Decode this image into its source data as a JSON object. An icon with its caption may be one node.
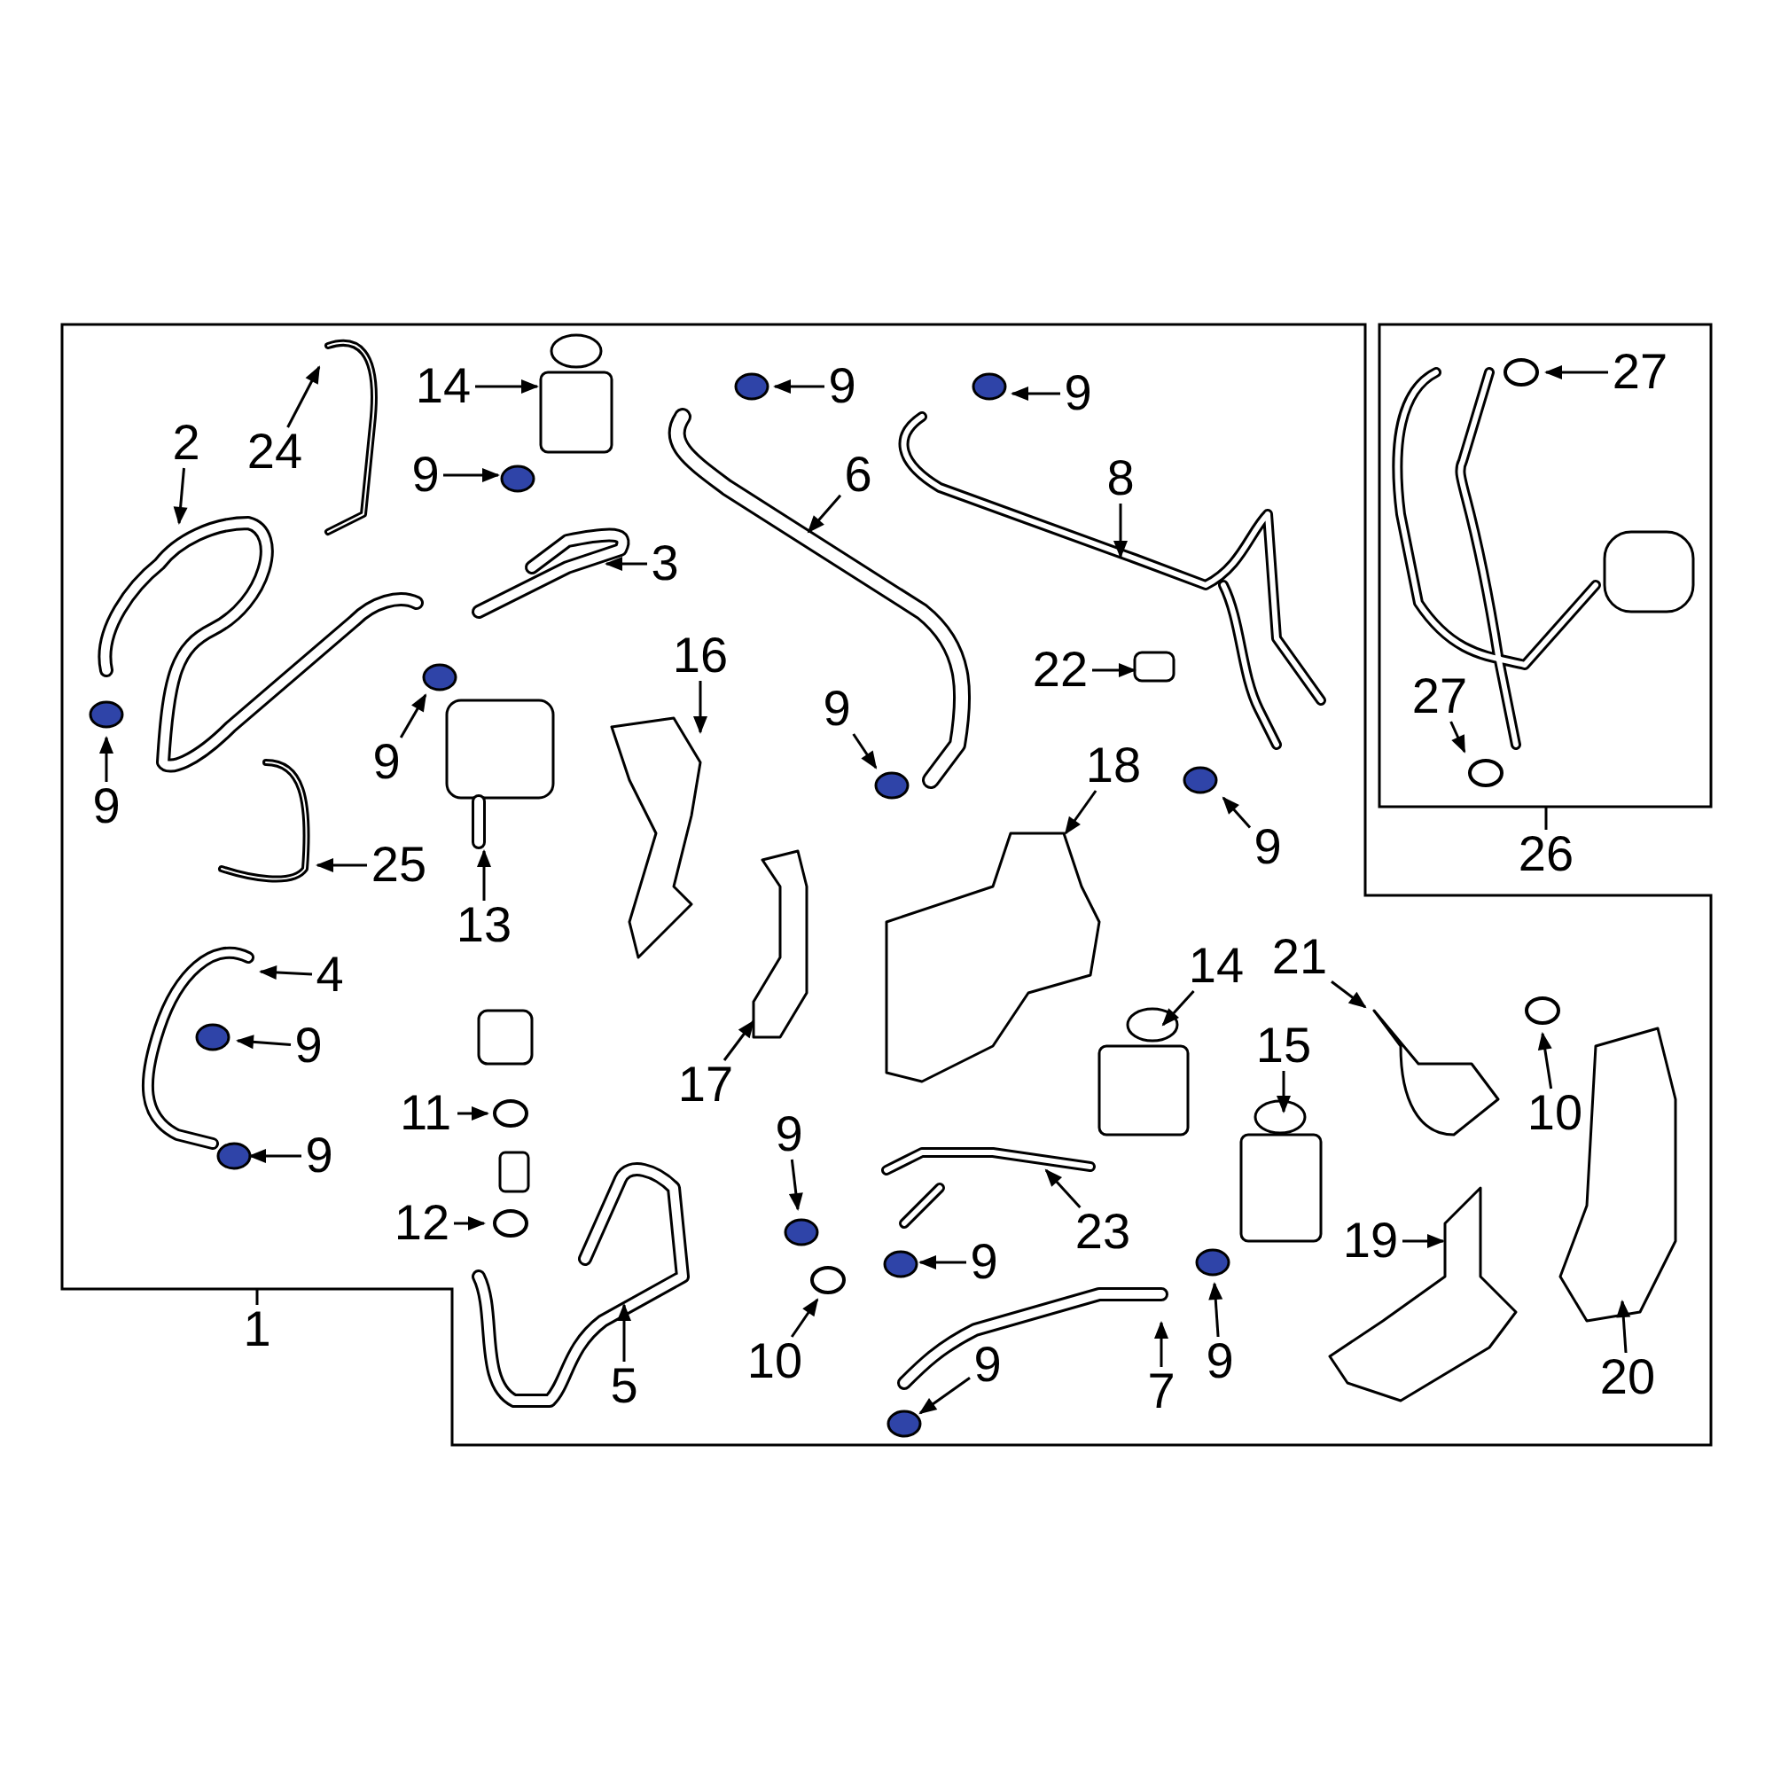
{
  "diagram": {
    "nodes": [
      {
        "text": [],
        "shape": "box"
      },
      {
        "text": [],
        "shape": "box"
      },
      {
        "text": [
          "14"
        ],
        "in": 0
      },
      {
        "text": [
          "9"
        ],
        "in": 0
      },
      {
        "text": [
          "9"
        ],
        "in": 0
      },
      {
        "text": [
          "27"
        ],
        "in": 1
      },
      {
        "text": [
          "2"
        ],
        "in": 0
      },
      {
        "text": [
          "24"
        ],
        "in": 0
      },
      {
        "text": [
          "9"
        ],
        "in": 0
      },
      {
        "text": [
          "6"
        ],
        "in": 0
      },
      {
        "text": [
          "8"
        ],
        "in": 0
      },
      {
        "text": [
          "3"
        ],
        "in": 0
      },
      {
        "text": [
          "16"
        ],
        "in": 0
      },
      {
        "text": [
          "22"
        ],
        "in": 0
      },
      {
        "text": [
          "27"
        ],
        "in": 1
      },
      {
        "text": [
          "9"
        ],
        "in": 0
      },
      {
        "text": [
          "9"
        ],
        "in": 0
      },
      {
        "text": [
          "18"
        ],
        "in": 0
      },
      {
        "text": [
          "9"
        ],
        "in": 0
      },
      {
        "text": [
          "9"
        ],
        "in": 0
      },
      {
        "text": [
          "26"
        ]
      },
      {
        "text": [
          "25"
        ],
        "in": 0
      },
      {
        "text": [
          "13"
        ],
        "in": 0
      },
      {
        "text": [
          "21"
        ],
        "in": 0
      },
      {
        "text": [
          "14"
        ],
        "in": 0
      },
      {
        "text": [
          "4"
        ],
        "in": 0
      },
      {
        "text": [
          "15"
        ],
        "in": 0
      },
      {
        "text": [
          "9"
        ],
        "in": 0
      },
      {
        "text": [
          "17"
        ],
        "in": 0
      },
      {
        "text": [
          "11"
        ],
        "in": 0
      },
      {
        "text": [
          "10"
        ],
        "in": 0
      },
      {
        "text": [
          "9"
        ],
        "in": 0
      },
      {
        "text": [
          "9"
        ],
        "in": 0
      },
      {
        "text": [
          "12"
        ],
        "in": 0
      },
      {
        "text": [
          "23"
        ],
        "in": 0
      },
      {
        "text": [
          "19"
        ],
        "in": 0
      },
      {
        "text": [
          "9"
        ],
        "in": 0
      },
      {
        "text": [
          "10"
        ],
        "in": 0
      },
      {
        "text": [
          "9"
        ],
        "in": 0
      },
      {
        "text": [
          "9"
        ],
        "in": 0
      },
      {
        "text": [
          "1"
        ]
      },
      {
        "text": [
          "20"
        ],
        "in": 0
      },
      {
        "text": [
          "5"
        ],
        "in": 0
      },
      {
        "text": [
          "7"
        ],
        "in": 0
      }
    ],
    "edges": [
      {
        "from": 2,
        "to": null,
        "arrow": "to"
      },
      {
        "from": 3,
        "to": null,
        "arrow": "to"
      },
      {
        "from": 4,
        "to": null,
        "arrow": "to"
      },
      {
        "from": 5,
        "to": null,
        "arrow": "to"
      },
      {
        "from": 6,
        "to": null,
        "arrow": "to"
      },
      {
        "from": 7,
        "to": null,
        "arrow": "to"
      },
      {
        "from": 8,
        "to": null,
        "arrow": "to"
      },
      {
        "from": 9,
        "to": null,
        "arrow": "to"
      },
      {
        "from": 10,
        "to": null,
        "arrow": "to"
      },
      {
        "from": 11,
        "to": null,
        "arrow": "to"
      },
      {
        "from": 12,
        "to": null,
        "arrow": "to"
      },
      {
        "from": 13,
        "to": null,
        "arrow": "to"
      },
      {
        "from": 14,
        "to": null,
        "arrow": "to"
      },
      {
        "from": 15,
        "to": null,
        "arrow": "to"
      },
      {
        "from": 16,
        "to": null,
        "arrow": "to"
      },
      {
        "from": 17,
        "to": null,
        "arrow": "to"
      },
      {
        "from": 18,
        "to": null,
        "arrow": "to"
      },
      {
        "from": 19,
        "to": null,
        "arrow": "to"
      },
      {
        "from": 20,
        "to": 1,
        "arrow": "none"
      },
      {
        "from": 21,
        "to": null,
        "arrow": "to"
      },
      {
        "from": 22,
        "to": null,
        "arrow": "to"
      },
      {
        "from": 23,
        "to": null,
        "arrow": "to"
      },
      {
        "from": 24,
        "to": null,
        "arrow": "to"
      },
      {
        "from": 25,
        "to": null,
        "arrow": "to"
      },
      {
        "from": 26,
        "to": null,
        "arrow": "to"
      },
      {
        "from": 27,
        "to": null,
        "arrow": "to"
      },
      {
        "from": 28,
        "to": null,
        "arrow": "to"
      },
      {
        "from": 29,
        "to": null,
        "arrow": "to"
      },
      {
        "from": 30,
        "to": null,
        "arrow": "to"
      },
      {
        "from": 31,
        "to": null,
        "arrow": "to"
      },
      {
        "from": 32,
        "to": null,
        "arrow": "to"
      },
      {
        "from": 33,
        "to": null,
        "arrow": "to"
      },
      {
        "from": 34,
        "to": null,
        "arrow": "to"
      },
      {
        "from": 35,
        "to": null,
        "arrow": "to"
      },
      {
        "from": 36,
        "to": null,
        "arrow": "to"
      },
      {
        "from": 37,
        "to": null,
        "arrow": "to"
      },
      {
        "from": 38,
        "to": null,
        "arrow": "to"
      },
      {
        "from": 39,
        "to": null,
        "arrow": "to"
      },
      {
        "from": 40,
        "to": 0,
        "arrow": "none"
      },
      {
        "from": 41,
        "to": null,
        "arrow": "to"
      },
      {
        "from": 42,
        "to": null,
        "arrow": "to"
      },
      {
        "from": 43,
        "to": null,
        "arrow": "to"
      }
    ]
  }
}
